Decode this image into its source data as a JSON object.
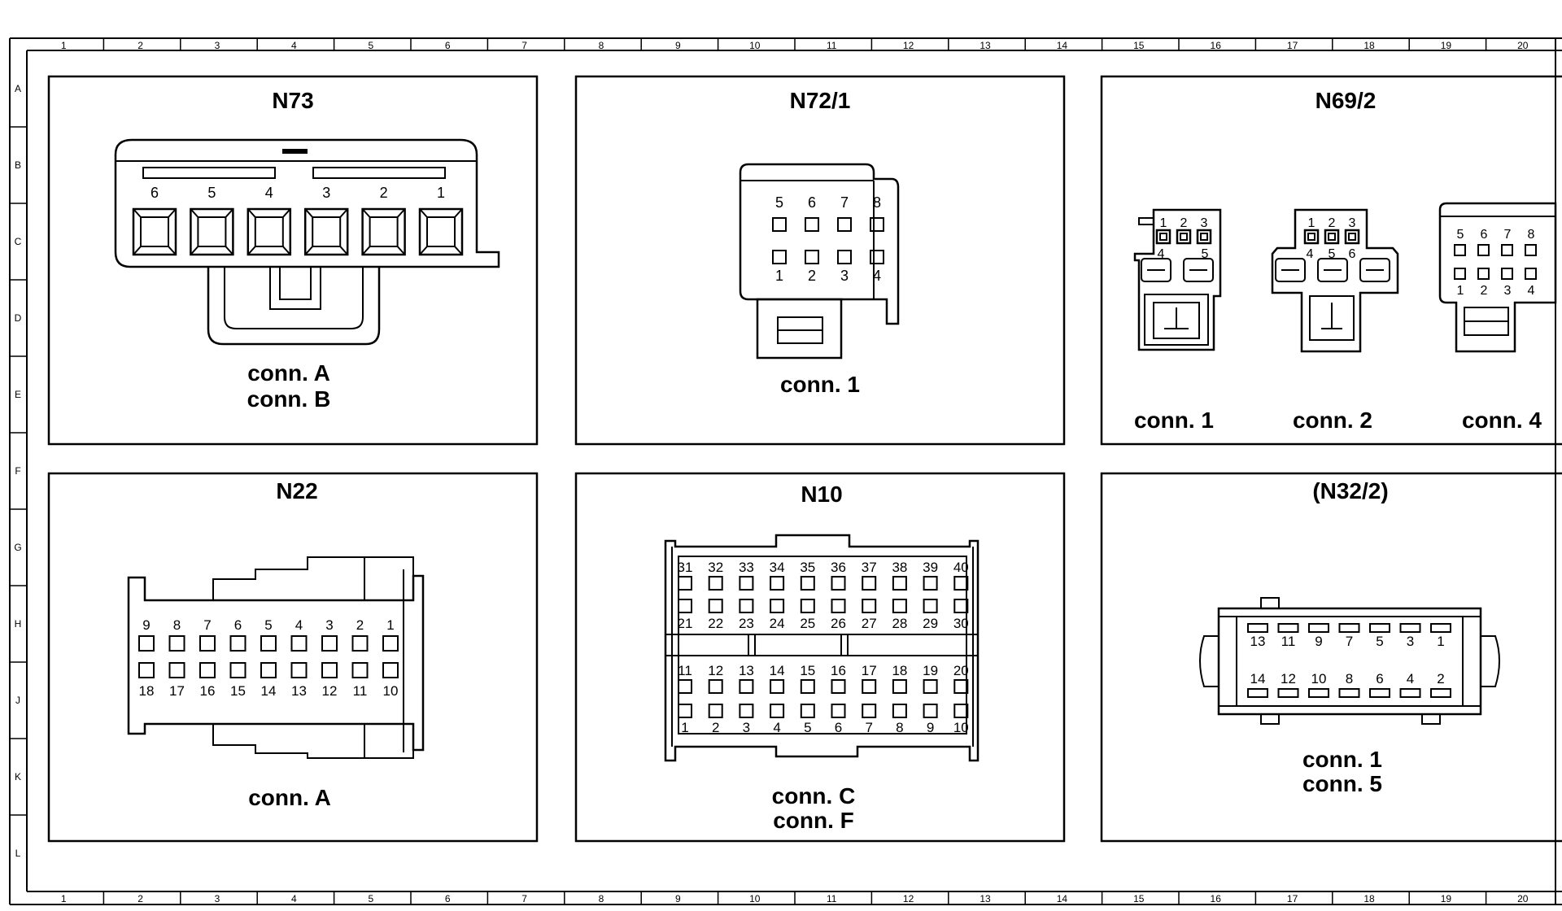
{
  "grid": {
    "columns": [
      "1",
      "2",
      "3",
      "4",
      "5",
      "6",
      "7",
      "8",
      "9",
      "10",
      "11",
      "12",
      "13",
      "14",
      "15",
      "16",
      "17",
      "18",
      "19",
      "20"
    ],
    "rows": [
      "A",
      "B",
      "C",
      "D",
      "E",
      "F",
      "G",
      "H",
      "J",
      "K",
      "L"
    ]
  },
  "panels": {
    "n73": {
      "title": "N73",
      "pins": [
        "6",
        "5",
        "4",
        "3",
        "2",
        "1"
      ],
      "conn_lines": [
        "conn. A",
        "conn. B"
      ]
    },
    "n72_1": {
      "title": "N72/1",
      "pins_top": [
        "5",
        "6",
        "7",
        "8"
      ],
      "pins_bottom": [
        "1",
        "2",
        "3",
        "4"
      ],
      "conn_label": "conn. 1"
    },
    "n69_2": {
      "title": "N69/2",
      "conn1": {
        "label": "conn. 1",
        "pins_top": [
          "1",
          "2",
          "3"
        ],
        "pins_bottom": [
          "4",
          "5"
        ]
      },
      "conn2": {
        "label": "conn. 2",
        "pins_top": [
          "1",
          "2",
          "3"
        ],
        "pins_bottom": [
          "4",
          "5",
          "6"
        ]
      },
      "conn4": {
        "label": "conn. 4",
        "pins_top": [
          "5",
          "6",
          "7",
          "8"
        ],
        "pins_bottom": [
          "1",
          "2",
          "3",
          "4"
        ]
      }
    },
    "n22": {
      "title": "N22",
      "pins_top": [
        "9",
        "8",
        "7",
        "6",
        "5",
        "4",
        "3",
        "2",
        "1"
      ],
      "pins_bottom": [
        "18",
        "17",
        "16",
        "15",
        "14",
        "13",
        "12",
        "11",
        "10"
      ],
      "conn_label": "conn. A"
    },
    "n10": {
      "title": "N10",
      "row1": [
        "31",
        "32",
        "33",
        "34",
        "35",
        "36",
        "37",
        "38",
        "39",
        "40"
      ],
      "row2": [
        "21",
        "22",
        "23",
        "24",
        "25",
        "26",
        "27",
        "28",
        "29",
        "30"
      ],
      "row3": [
        "11",
        "12",
        "13",
        "14",
        "15",
        "16",
        "17",
        "18",
        "19",
        "20"
      ],
      "row4": [
        "1",
        "2",
        "3",
        "4",
        "5",
        "6",
        "7",
        "8",
        "9",
        "10"
      ],
      "conn_lines": [
        "conn. C",
        "conn. F"
      ]
    },
    "n32_2": {
      "title": "(N32/2)",
      "pins_top": [
        "13",
        "11",
        "9",
        "7",
        "5",
        "3",
        "1"
      ],
      "pins_bottom": [
        "14",
        "12",
        "10",
        "8",
        "6",
        "4",
        "2"
      ],
      "conn_lines": [
        "conn. 1",
        "conn. 5"
      ]
    }
  }
}
